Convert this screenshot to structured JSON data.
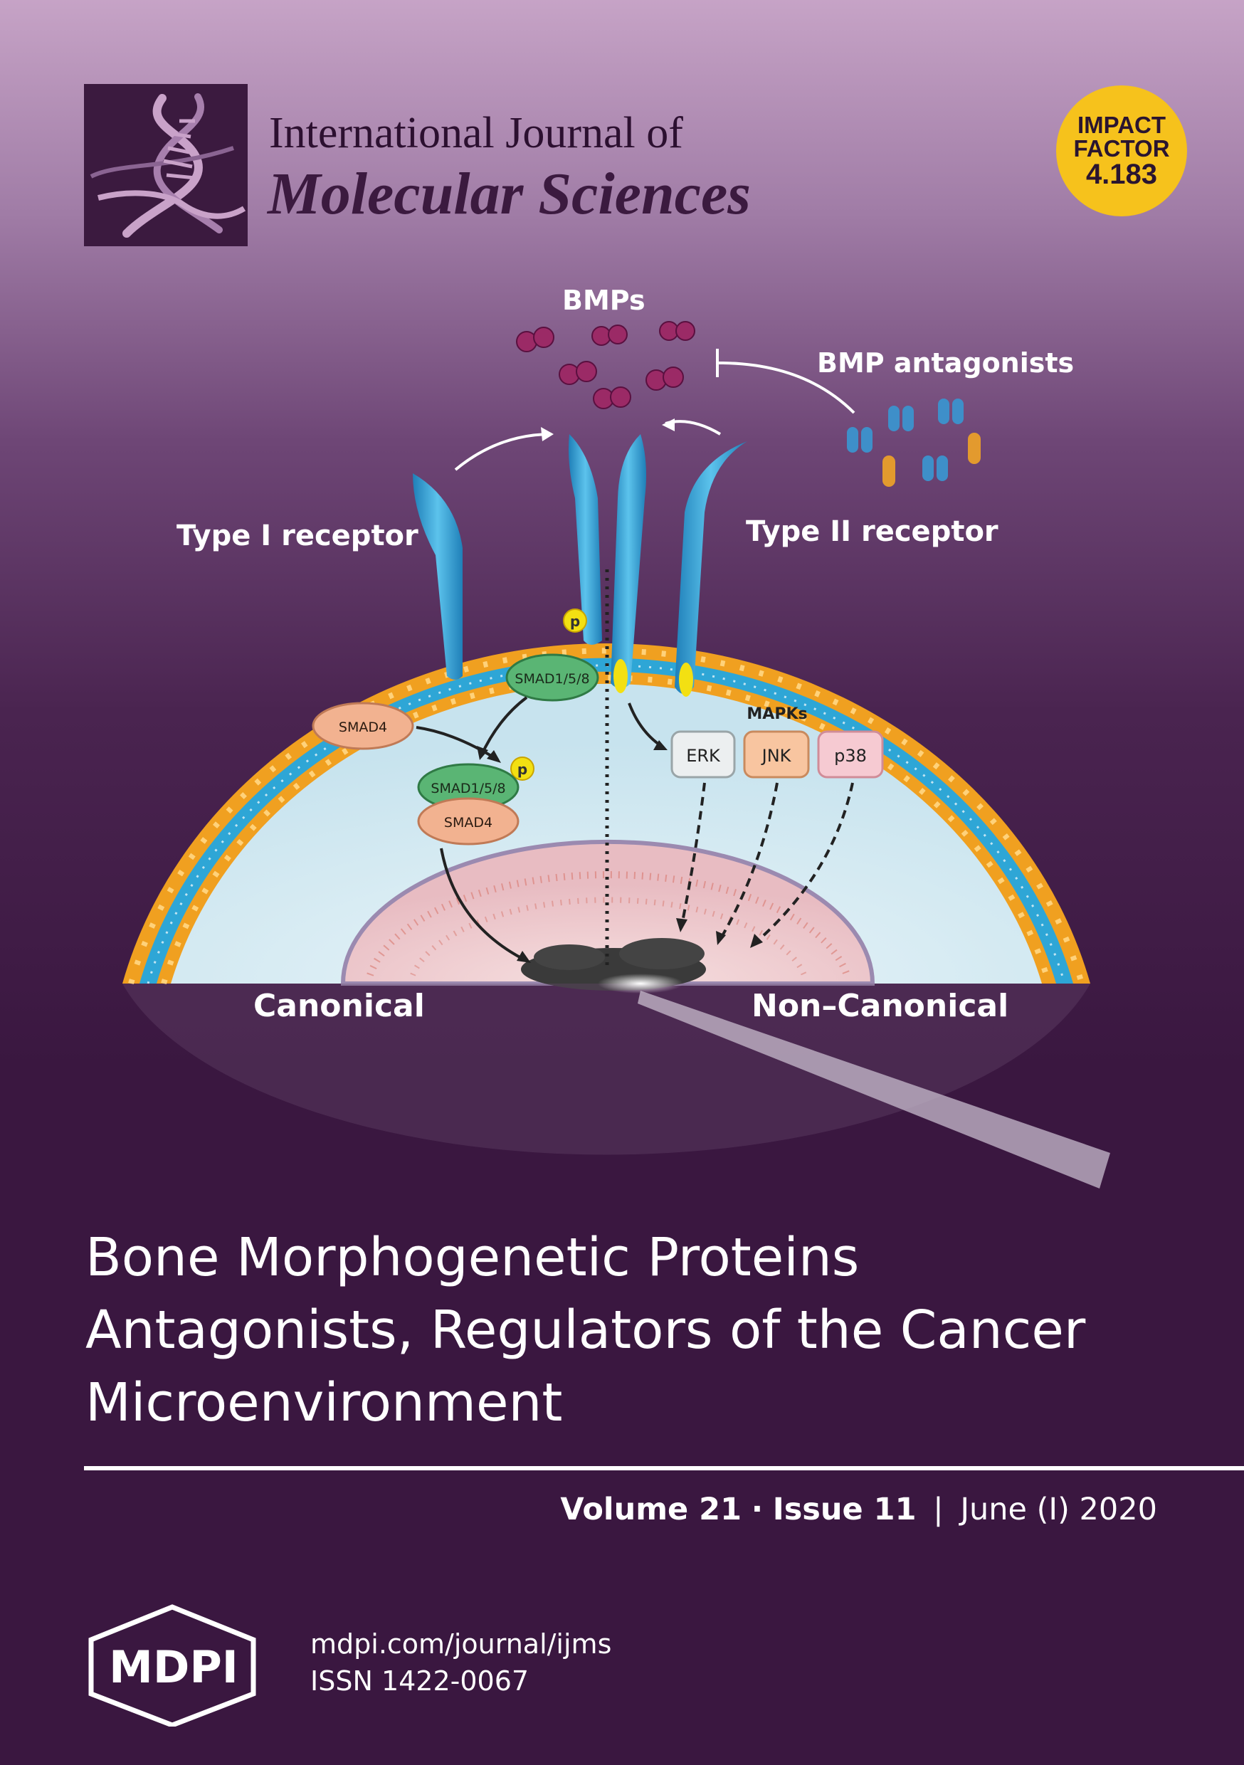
{
  "journal": {
    "line1": "International Journal of",
    "line2": "Molecular Sciences"
  },
  "impact_factor": {
    "label_line1": "IMPACT",
    "label_line2": "FACTOR",
    "value": "4.183",
    "color": "#f6c21c"
  },
  "figure": {
    "bmps_label": "BMPs",
    "antagonists_label": "BMP antagonists",
    "type1_label": "Type I receptor",
    "type2_label": "Type II receptor",
    "p_label": "p",
    "smad158": "SMAD1/5/8",
    "smad4": "SMAD4",
    "mapks_label": "MAPKs",
    "erk": "ERK",
    "jnk": "JNK",
    "p38": "p38",
    "canonical": "Canonical",
    "non_canonical": "Non–Canonical"
  },
  "article_title": {
    "line1": "Bone Morphogenetic Proteins",
    "line2": "Antagonists, Regulators of the Cancer",
    "line3": "Microenvironment"
  },
  "issue": {
    "volume": "Volume 21",
    "dot": "·",
    "issue": "Issue 11",
    "date": "June (I) 2020"
  },
  "publisher": {
    "name": "MDPI",
    "url": "mdpi.com/journal/ijms",
    "issn": "ISSN 1422-0067"
  },
  "colors": {
    "background_dark": "#3a1740",
    "accent_purple": "#3b1a3f",
    "membrane_orange": "#f0a020",
    "receptor_blue": "#2a9fd0"
  }
}
